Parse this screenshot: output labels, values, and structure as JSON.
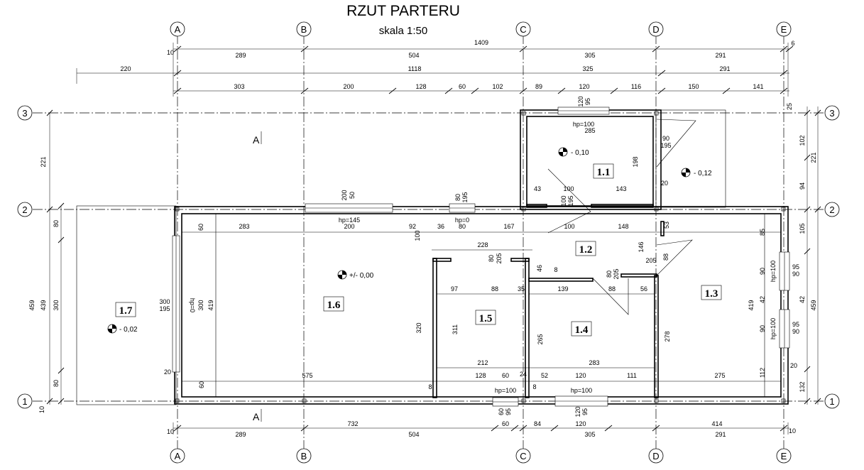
{
  "title": "RZUT PARTERU",
  "subtitle": "skala 1:50",
  "axes_vertical": [
    "A",
    "B",
    "C",
    "D",
    "E"
  ],
  "axes_horizontal": [
    "1",
    "2",
    "3"
  ],
  "rooms": [
    "1.1",
    "1.2",
    "1.3",
    "1.4",
    "1.5",
    "1.6",
    "1.7"
  ],
  "levels": [
    "- 0,10",
    "- 0,12",
    "+/- 0,00",
    "- 0,02"
  ],
  "section_mark": "A",
  "dims_top": {
    "row1": [
      "10",
      "289",
      "504",
      "1409",
      "305",
      "291",
      "6"
    ],
    "row2": [
      "220",
      "1118",
      "325",
      "291"
    ],
    "row3": [
      "303",
      "200",
      "128",
      "60",
      "102",
      "89",
      "120",
      "116",
      "150",
      "141"
    ]
  },
  "dims_bottom": {
    "row1": [
      "10",
      "289",
      "732",
      "504",
      "60",
      "84",
      "120",
      "305",
      "414",
      "291",
      "10"
    ]
  },
  "dims_left": [
    "221",
    "459",
    "439",
    "80",
    "300",
    "80",
    "10"
  ],
  "dims_right": [
    "25",
    "102",
    "94",
    "221",
    "105",
    "459",
    "132"
  ],
  "openings": [
    "hp=100",
    "hp=145",
    "hp=0",
    "hp=0",
    "hp=100",
    "hp=100",
    "hp=100",
    "hp=100"
  ],
  "interior_dims": [
    "120",
    "95",
    "285",
    "90",
    "195",
    "198",
    "20",
    "43",
    "100",
    "143",
    "100",
    "195",
    "200",
    "50",
    "80",
    "195",
    "60",
    "283",
    "200",
    "92",
    "100",
    "36",
    "80",
    "167",
    "100",
    "148",
    "53",
    "85",
    "228",
    "80",
    "205",
    "146",
    "205",
    "88",
    "46",
    "8",
    "80",
    "205",
    "97",
    "88",
    "35",
    "139",
    "88",
    "56",
    "300",
    "195",
    "300",
    "419",
    "320",
    "311",
    "265",
    "278",
    "419",
    "90",
    "95",
    "90",
    "42",
    "42",
    "90",
    "95",
    "90",
    "212",
    "283",
    "20",
    "575",
    "128",
    "60",
    "24",
    "52",
    "120",
    "111",
    "275",
    "112",
    "8",
    "8",
    "60",
    "20",
    "60",
    "95",
    "120",
    "95"
  ]
}
